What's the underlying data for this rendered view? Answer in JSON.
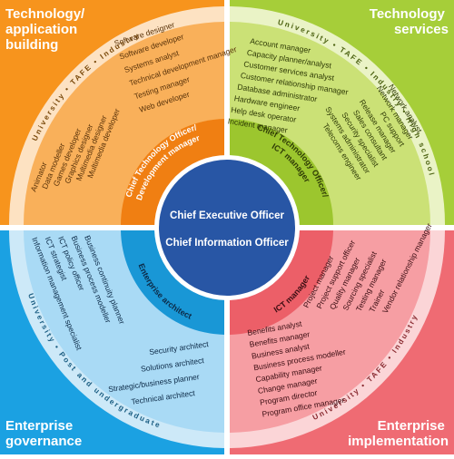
{
  "center": {
    "line1": "Chief Executive Officer",
    "line2": "Chief Information Officer"
  },
  "quadrants": {
    "tl": {
      "title": [
        "Technology/",
        "application",
        "building"
      ],
      "color": "#f7941d",
      "manager": [
        "Chief Technology Officer/",
        "Development manager"
      ],
      "ring_label": "University • TAFE • Industry",
      "group_a": [
        "Software designer",
        "Software developer",
        "Systems analyst",
        "Technical development manager",
        "Testing manager",
        "Web developer"
      ],
      "group_b": [
        "Animator",
        "Data modeller",
        "Games developer",
        "Graphics designer",
        "Multimedia designer",
        "Multimedia developer"
      ]
    },
    "tr": {
      "title": [
        "Technology",
        "services"
      ],
      "color": "#a6ce39",
      "manager": [
        "Chief Technology Officer/",
        "ICT manager"
      ],
      "ring_label": "University • TAFE • Industry • High school",
      "group_a": [
        "Account manager",
        "Capacity planner/analyst",
        "Customer services analyst",
        "Customer relationship manager",
        "Database administrator",
        "Hardware engineer",
        "Help desk operator",
        "Incident manager"
      ],
      "group_b": [
        "Network analyst",
        "Network manager",
        "PC support",
        "Release manager",
        "Sales consultant",
        "Security specialist",
        "Systems administrator",
        "Telecoms engineer"
      ]
    },
    "bl": {
      "title": [
        "Enterprise",
        "governance"
      ],
      "color": "#1ba1e2",
      "manager": [
        "Enterprise architect"
      ],
      "ring_label": "University • Post and undergraduate",
      "group_a": [
        "Information management specialist",
        "ICT strategist",
        "ICT policy officer",
        "Business process modeller",
        "Business continuity planner"
      ],
      "group_b": [
        "Security architect",
        "Solutions architect",
        "Strategic/business planner",
        "Technical architect"
      ]
    },
    "br": {
      "title": [
        "Enterprise",
        "implementation"
      ],
      "color": "#ef6b73",
      "manager": [
        "ICT manager"
      ],
      "ring_label": "University • TAFE • Industry",
      "group_a": [
        "Project manager",
        "Project support officer",
        "Quality manager",
        "Sourcing specialist",
        "Testing manager",
        "Trainer",
        "Vendor relationship manager"
      ],
      "group_b": [
        "Benefits analyst",
        "Benefits manager",
        "Business analyst",
        "Business process modeller",
        "Capability manager",
        "Change manager",
        "Program director",
        "Program office manager"
      ]
    }
  }
}
